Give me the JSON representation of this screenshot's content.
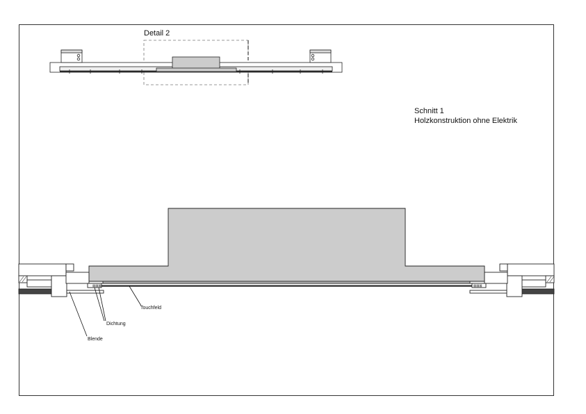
{
  "detail_label": "Detail 2",
  "section": {
    "title": "Schnitt 1",
    "subtitle": "Holzkonstruktion ohne Elektrik"
  },
  "annotations": {
    "touchfeld": "Touchfeld",
    "dichtung": "Dichtung",
    "blende": "Blende"
  },
  "colors": {
    "fill_gray": "#cccccc",
    "line": "#222222",
    "dark_band": "#444444"
  }
}
